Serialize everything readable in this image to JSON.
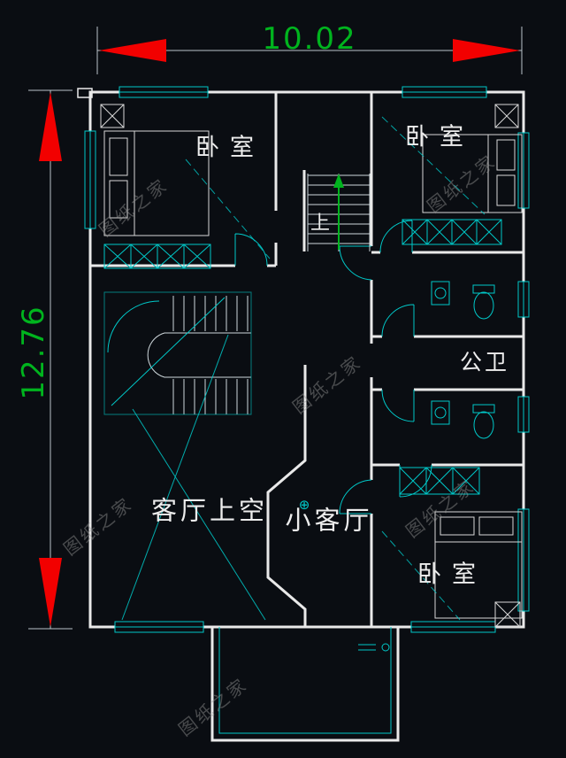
{
  "dimensions": {
    "width": "10.02",
    "height": "12.76"
  },
  "labels": {
    "bedroom_top_left": "卧室",
    "bedroom_top_right": "卧室",
    "bedroom_bottom_right": "卧室",
    "public_bathroom": "公卫",
    "living_room_void": "客厅上空",
    "small_living_room": "小客厅",
    "stairs_up": "上",
    "fixture_symbol": "⊕"
  },
  "watermark": {
    "text": "图纸之家"
  },
  "colors": {
    "background": "#0a0d12",
    "wall_line": "#e9e9e9",
    "detail_line": "#00c8c8",
    "dimension_line": "#b9c4c9",
    "dimension_arrow": "#f20000",
    "dimension_text": "#00b41e",
    "stairs_arrow": "#00b41e",
    "watermark": "#969696"
  }
}
